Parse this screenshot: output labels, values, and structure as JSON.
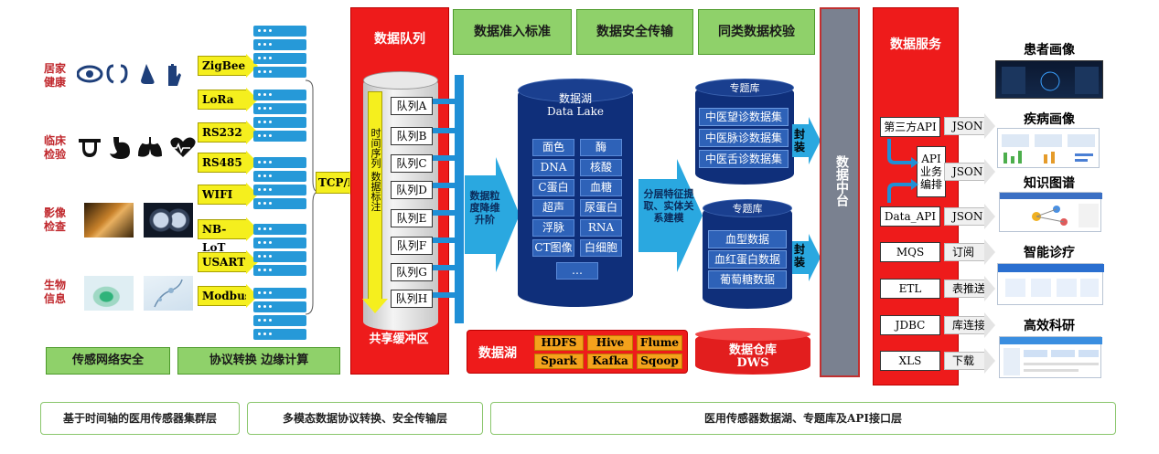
{
  "categories": [
    {
      "label": "居家健康",
      "icons": [
        "eye-icon",
        "ear-icon",
        "nose-icon",
        "hand-icon"
      ]
    },
    {
      "label": "临床检验",
      "icons": [
        "tongue-icon",
        "stomach-icon",
        "lungs-icon",
        "heart-pulse-icon"
      ]
    },
    {
      "label": "影像检查",
      "icons": [
        "ultrasound-image",
        "ct-scan-image"
      ]
    },
    {
      "label": "生物信息",
      "icons": [
        "lab-sample-image",
        "lab-tube-image"
      ]
    }
  ],
  "protocols": [
    "ZigBee",
    "LoRa",
    "RS232",
    "RS485",
    "WIFI",
    "NB-LoT",
    "USART",
    "Modbus"
  ],
  "tcp_label": "TCP/IP",
  "queue_panel": {
    "title": "数据队列",
    "cylinder_text": "时间序列 数据标注",
    "queues": [
      "队列A",
      "队列B",
      "队列C",
      "队列D",
      "队列E",
      "队列F",
      "队列G",
      "队列H"
    ],
    "footer": "共享缓冲区"
  },
  "top_standards": [
    "数据准入标准",
    "数据安全传输",
    "同类数据校验"
  ],
  "granularity_arrow": "数据粒度降维升阶",
  "data_lake": {
    "title": "数据湖",
    "subtitle": "Data Lake",
    "cells": [
      "面色",
      "酶",
      "DNA",
      "核酸",
      "C蛋白",
      "血糖",
      "超声",
      "尿蛋白",
      "浮脉",
      "RNA",
      "CT图像",
      "白细胞",
      "…"
    ]
  },
  "feature_arrow": "分层特征提取、实体关系建模",
  "topic_db_1": {
    "title": "专题库",
    "cells": [
      "中医望诊数据集",
      "中医脉诊数据集",
      "中医舌诊数据集"
    ]
  },
  "topic_db_2": {
    "title": "专题库",
    "cells": [
      "血型数据",
      "血红蛋白数据",
      "葡萄糖数据"
    ]
  },
  "encapsulate_label": "封装",
  "middle_platform": "数据中台",
  "lake_bar": {
    "title": "数据湖",
    "items": [
      "HDFS",
      "Hive",
      "Flume",
      "Spark",
      "Kafka",
      "Sqoop"
    ]
  },
  "warehouse": {
    "title": "数据仓库",
    "subtitle": "DWS"
  },
  "services_panel": {
    "title": "数据服务",
    "api_center": "API业务编排",
    "rows": [
      {
        "box": "第三方API",
        "arrow": "JSON"
      },
      {
        "box": "",
        "arrow": "JSON"
      },
      {
        "box": "Data_API",
        "arrow": "JSON"
      },
      {
        "box": "MQS",
        "arrow": "订阅"
      },
      {
        "box": "ETL",
        "arrow": "表推送"
      },
      {
        "box": "JDBC",
        "arrow": "库连接"
      },
      {
        "box": "XLS",
        "arrow": "下载"
      }
    ]
  },
  "apps": [
    "患者画像",
    "疾病画像",
    "知识图谱",
    "智能诊疗",
    "高效科研"
  ],
  "bottom_left_boxes": [
    "传感网络安全",
    "协议转换 边缘计算"
  ],
  "layers": [
    "基于时间轴的医用传感器集群层",
    "多模态数据协议转换、安全传输层",
    "医用传感器数据湖、专题库及API接口层"
  ],
  "colors": {
    "red": "#ee1b1b",
    "green": "#8fd16a",
    "navy": "#0f2f7a",
    "blue_arrow": "#2aa8e0",
    "yellow": "#f5ef1e",
    "orange": "#f4a21c"
  }
}
